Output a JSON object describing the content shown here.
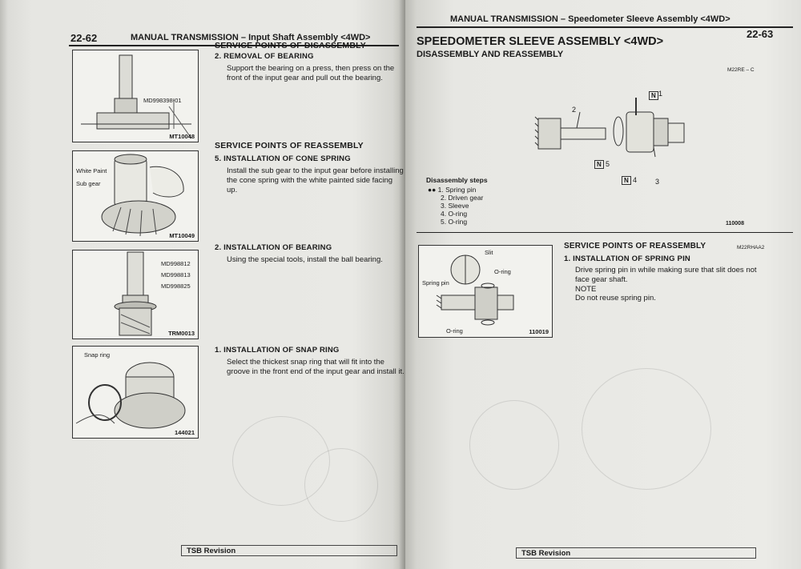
{
  "left_page": {
    "page_number": "22-62",
    "header": "MANUAL TRANSMISSION – Input Shaft Assembly <4WD>",
    "sections": [
      {
        "title": "SERVICE POINTS OF DISASSEMBLY",
        "step": "2.  REMOVAL OF BEARING",
        "text": "Support the bearing on a press, then press on the front of the input gear and pull out the bearing."
      },
      {
        "title": "SERVICE POINTS OF REASSEMBLY",
        "step": "5.  INSTALLATION OF CONE SPRING",
        "text": "Install the sub gear to the input gear before installing the cone spring with the white painted side facing up."
      },
      {
        "title": "",
        "step": "2.  INSTALLATION OF BEARING",
        "text": "Using the special tools, install the ball bearing."
      },
      {
        "title": "",
        "step": "1.  INSTALLATION OF SNAP RING",
        "text": "Select the thickest snap ring that will fit into the groove in the front end of the input gear and install it."
      }
    ],
    "figures": [
      {
        "id": "MT10048",
        "labels": [
          "MD998398-01"
        ]
      },
      {
        "id": "MT10049",
        "labels": [
          "White Paint",
          "Sub gear"
        ]
      },
      {
        "id": "TRM0013",
        "labels": [
          "MD998812",
          "MD998813",
          "MD998825"
        ]
      },
      {
        "id": "144021",
        "labels": [
          "Snap ring"
        ]
      }
    ],
    "footer": "TSB Revision"
  },
  "right_page": {
    "page_number": "22-63",
    "header": "MANUAL TRANSMISSION – Speedometer Sleeve Assembly <4WD>",
    "title": "SPEEDOMETER SLEEVE ASSEMBLY <4WD>",
    "subtitle": "DISASSEMBLY AND REASSEMBLY",
    "ref_code": "M22RE – C",
    "diagram": {
      "id": "110008",
      "callouts": [
        "1",
        "2",
        "3",
        "4",
        "5"
      ],
      "note_marks": [
        "N",
        "N",
        "N"
      ]
    },
    "disassembly_steps_title": "Disassembly steps",
    "disassembly_steps": [
      "●● 1.  Spring pin",
      "2.  Driven gear",
      "3.  Sleeve",
      "4.  O-ring",
      "5.  O-ring"
    ],
    "reassembly": {
      "title": "SERVICE POINTS OF REASSEMBLY",
      "ref_code": "M22RHAA2",
      "step": "1.  INSTALLATION OF SPRING PIN",
      "text": "Drive spring pin in while making sure that slit does not face gear shaft.",
      "note_label": "NOTE",
      "note_text": "Do not reuse spring pin."
    },
    "figure2": {
      "id": "110019",
      "labels": [
        "Slit",
        "Spring pin",
        "O-ring",
        "O-ring"
      ]
    },
    "footer": "TSB Revision"
  }
}
